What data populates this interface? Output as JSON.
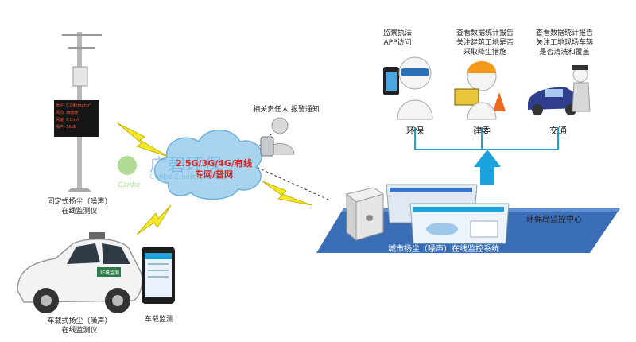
{
  "fixed_station": {
    "label_line1": "固定式扬尘（噪声）",
    "label_line2": "在线监测仪",
    "led_lines": [
      "扬尘: 0.046mg/m³",
      "风向: 西南南",
      "风速: 0.8m/s",
      "噪声: 56dB"
    ]
  },
  "vehicle": {
    "label_line1": "车载式扬尘（噪声）",
    "label_line2": "在线监测仪",
    "door_text": "环境监测"
  },
  "mobile_monitor": {
    "label": "车载监测"
  },
  "alert": {
    "label": "相关责任人 报警通知"
  },
  "network": {
    "line1": "2.5G/3G/4G/有线",
    "line2": "专网/普网"
  },
  "watermark": {
    "brand_cn": "广碧环保",
    "brand_en": "Canbe Environment",
    "logo_text": "Canbe"
  },
  "control_center": {
    "title": "环保局监控中心",
    "system_label": "城市扬尘（噪声）在线监控系统"
  },
  "departments": [
    {
      "name": "环保",
      "note_lines": [
        "监察执法",
        "APP访问"
      ]
    },
    {
      "name": "建委",
      "note_lines": [
        "查看数据统计报告",
        "关注建筑工地是否",
        "采取降尘措施"
      ]
    },
    {
      "name": "交通",
      "note_lines": [
        "查看数据统计报告",
        "关注工地现场车辆",
        "是否清洗和覆盖"
      ]
    }
  ],
  "colors": {
    "accent_blue": "#1aa3df",
    "cloud_red": "#e0231b",
    "lightning": "#f3ea2a",
    "panel_blue": "#3a6fb8"
  }
}
